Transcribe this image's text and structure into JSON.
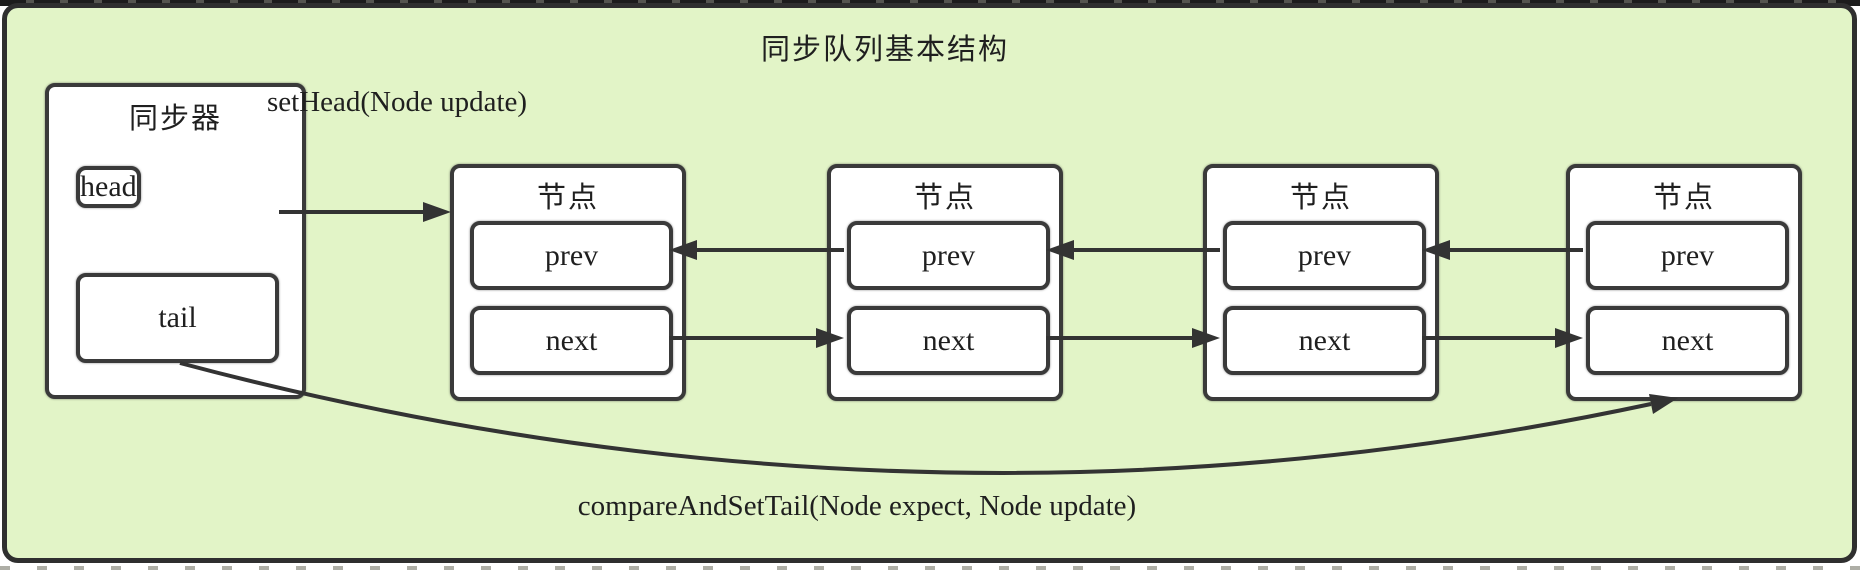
{
  "title": "同步队列基本结构",
  "synchronizer": {
    "title": "同步器",
    "head_label": "head",
    "tail_label": "tail"
  },
  "nodes": [
    {
      "title": "节点",
      "prev_label": "prev",
      "next_label": "next"
    },
    {
      "title": "节点",
      "prev_label": "prev",
      "next_label": "next"
    },
    {
      "title": "节点",
      "prev_label": "prev",
      "next_label": "next"
    },
    {
      "title": "节点",
      "prev_label": "prev",
      "next_label": "next"
    }
  ],
  "edge_labels": {
    "set_head": "setHead(Node update)",
    "compare_and_set_tail": "compareAndSetTail(Node expect, Node update)"
  },
  "colors": {
    "canvas_background": "#e2f4c7",
    "outline": "#2f2f2f",
    "box_border": "#3a3a3a",
    "box_fill": "#ffffff",
    "arrow": "#333333",
    "text": "#1f1f1f"
  }
}
